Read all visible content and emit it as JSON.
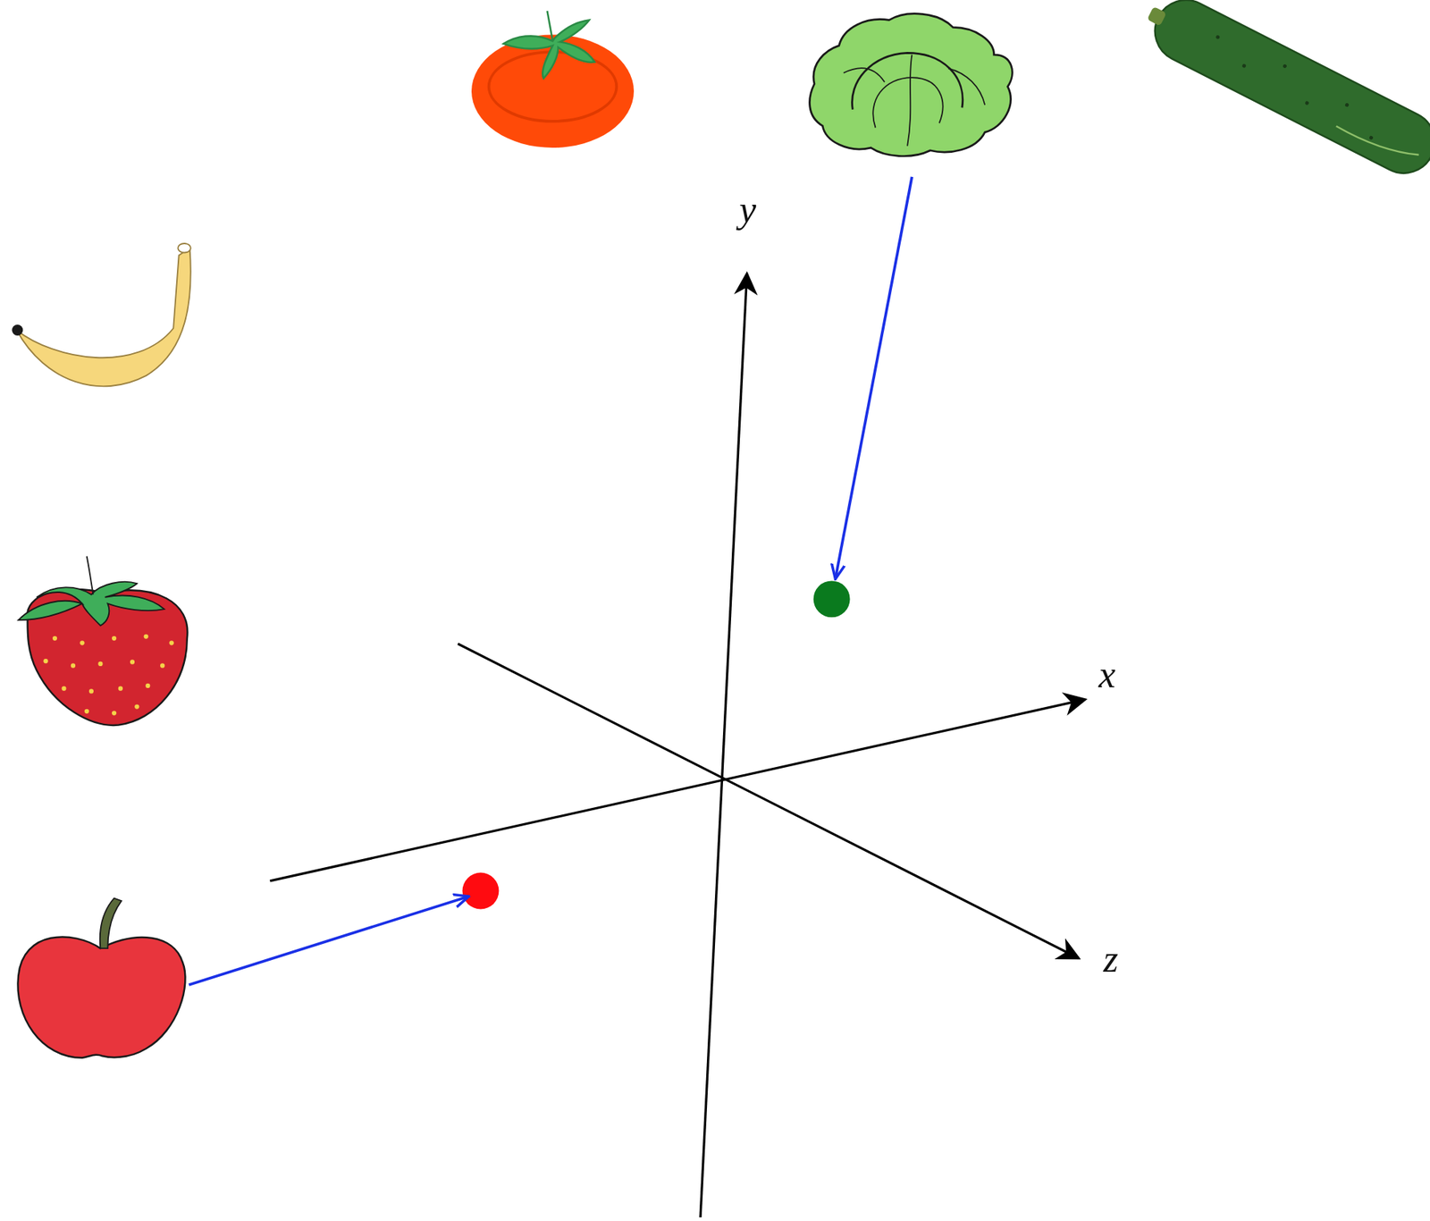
{
  "diagram": {
    "labels": [
      "y",
      "x",
      "z"
    ]
  }
}
